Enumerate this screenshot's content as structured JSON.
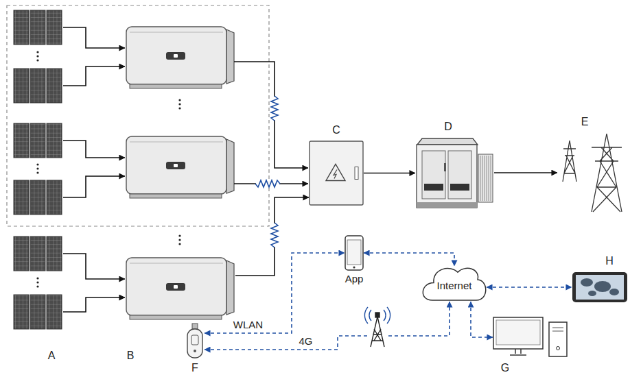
{
  "diagram": {
    "nodes": [
      {
        "text": [
          "C"
        ]
      },
      {
        "text": [
          "D"
        ]
      },
      {
        "text": [
          "E"
        ]
      },
      {
        "text": [
          "App"
        ]
      },
      {
        "text": [
          "Internet"
        ]
      },
      {
        "text": [
          "H"
        ]
      },
      {
        "text": [
          "B"
        ]
      },
      {
        "text": [
          "G"
        ]
      },
      {
        "text": [
          "F"
        ]
      }
    ],
    "edges": [
      {
        "from": 6,
        "to": 0,
        "arrow": "to"
      },
      {
        "from": 0,
        "to": 1,
        "arrow": "to"
      },
      {
        "from": 1,
        "to": 2,
        "arrow": "to"
      },
      {
        "from": 8,
        "to": 3,
        "arrow": "both",
        "label": "WLAN"
      },
      {
        "from": 8,
        "to": 4,
        "arrow": "both",
        "label": "4G"
      },
      {
        "from": 3,
        "to": 4,
        "arrow": "both"
      },
      {
        "from": 4,
        "to": 5,
        "arrow": "both"
      },
      {
        "from": 4,
        "to": 7,
        "arrow": "both"
      }
    ],
    "labels": [
      "A"
    ]
  }
}
